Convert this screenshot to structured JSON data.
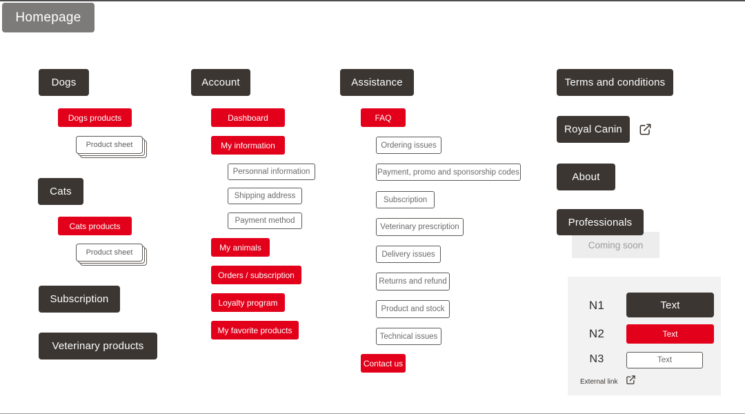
{
  "homepage": {
    "label": "Homepage"
  },
  "products_tree": {
    "dogs": {
      "label": "Dogs",
      "products": "Dogs products",
      "sheet": "Product sheet"
    },
    "cats": {
      "label": "Cats",
      "products": "Cats products",
      "sheet": "Product sheet"
    },
    "subscription": {
      "label": "Subscription"
    },
    "veterinary_products": {
      "label": "Veterinary products"
    }
  },
  "account": {
    "label": "Account",
    "dashboard": "Dashboard",
    "my_information": "My information",
    "personnal_information": "Personnal information",
    "shipping_address": "Shipping address",
    "payment_method": "Payment method",
    "my_animals": "My animals",
    "orders_subscription": "Orders / subscription",
    "loyalty_program": "Loyalty program",
    "my_favorite_products": "My favorite products"
  },
  "assistance": {
    "label": "Assistance",
    "faq": "FAQ",
    "faq_items": [
      "Ordering issues",
      "Payment, promo and sponsorship codes",
      "Subscription",
      "Veterinary prescription",
      "Delivery issues",
      "Returns and refund",
      "Product and stock",
      "Technical issues"
    ],
    "contact_us": "Contact us"
  },
  "other_pages": {
    "terms": "Terms and conditions",
    "royal_canin": "Royal Canin",
    "about": "About",
    "professionals": "Professionals",
    "coming_soon": "Coming soon"
  },
  "legend": {
    "n1": {
      "label": "N1",
      "box": "Text"
    },
    "n2": {
      "label": "N2",
      "box": "Text"
    },
    "n3": {
      "label": "N3",
      "box": "Text"
    },
    "external": {
      "label": "External link"
    }
  },
  "colors": {
    "dark": "#3b3632",
    "red": "#e2001a",
    "gray": "#7c7b79",
    "panel_bg": "#f2f2f2",
    "coming_soon_bg": "#ededed"
  }
}
